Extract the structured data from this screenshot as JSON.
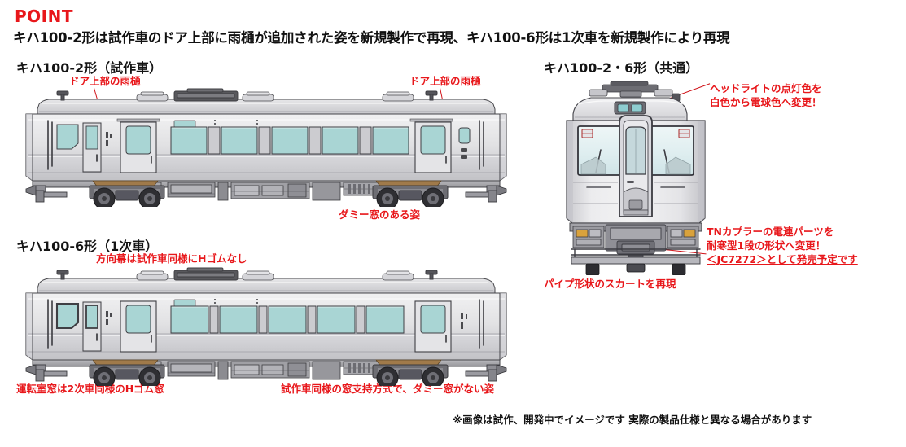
{
  "header": {
    "point_label": "POINT",
    "headline": "キハ100-2形は試作車のドア上部に雨樋が追加された姿を新規製作で再現、キハ100-6形は1次車を新規製作により再現"
  },
  "sections": [
    {
      "id": "kiha100-2-side",
      "title": "キハ100-2形（試作車）",
      "callouts": [
        {
          "id": "front-door-gutter",
          "text": "ドア上部の雨樋"
        },
        {
          "id": "rear-door-gutter",
          "text": "ドア上部の雨樋"
        },
        {
          "id": "dummy-window",
          "text": "ダミー窓のある姿"
        }
      ]
    },
    {
      "id": "kiha100-6-side",
      "title": "キハ100-6形（1次車）",
      "callouts": [
        {
          "id": "destination-sign",
          "text": "方向幕は試作車同様にHゴムなし"
        },
        {
          "id": "cab-window",
          "text": "運転室窓は2次車同様のHゴム窓"
        },
        {
          "id": "window-support",
          "text": "試作車同様の窓支持方式で、ダミー窓がない姿"
        }
      ]
    },
    {
      "id": "kiha100-front",
      "title": "キハ100-2・6形（共通）",
      "callouts": [
        {
          "id": "headlight-color",
          "line1": "ヘッドライトの点灯色を",
          "line2": "白色から電球色へ変更！"
        },
        {
          "id": "tn-coupler",
          "line1": "TNカプラーの電連パーツを",
          "line2": "耐寒型1段の形状へ変更！",
          "line3": "＜JC7272＞として発売予定です"
        },
        {
          "id": "pipe-skirt",
          "text": "パイプ形状のスカートを再現"
        }
      ]
    }
  ],
  "footer": {
    "disclaimer": "※画像は試作、開発中でイメージです 実際の製品仕様と異なる場合があります"
  },
  "colors": {
    "accent_red": "#e8171b",
    "leader_red": "#d0141a",
    "body_text": "#111111",
    "window_glass": "#a9d5d4",
    "body_light": "#e9e9ea",
    "body_mid": "#cfcfd2",
    "body_shade": "#b4b4b8",
    "roof": "#d9d9dc",
    "underframe": "#8e8e93",
    "outline": "#3a3a3c"
  }
}
